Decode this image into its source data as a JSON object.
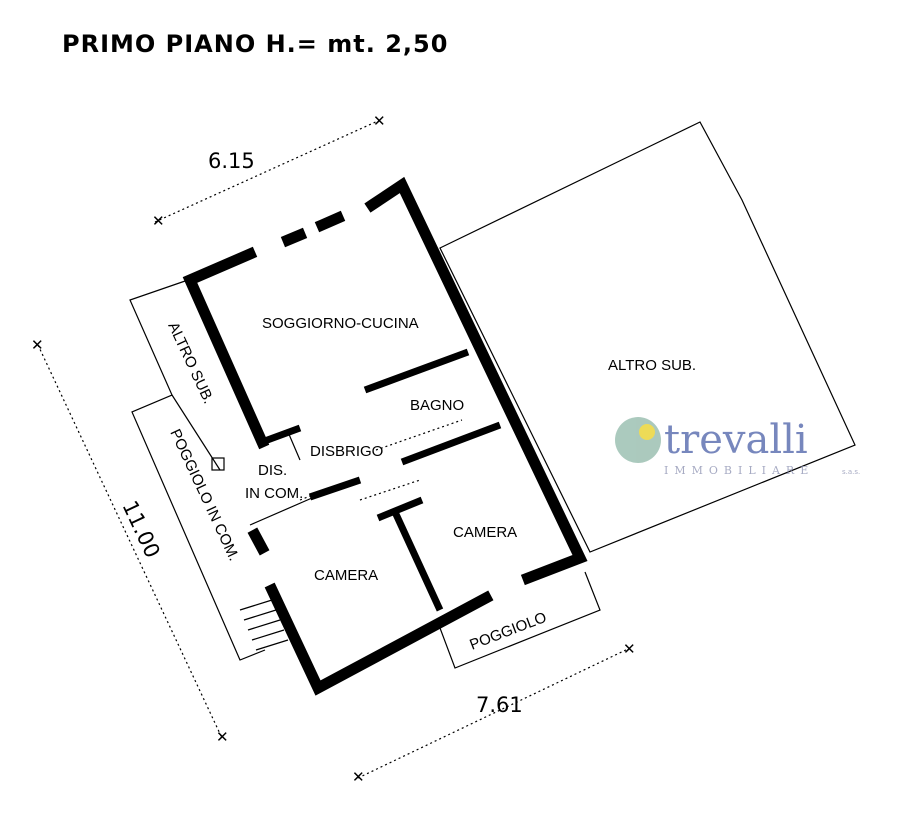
{
  "title": "PRIMO PIANO H.= mt. 2,50",
  "dimensions": {
    "top": "6.15",
    "left": "11.00",
    "bottom": "7.61"
  },
  "rooms": {
    "soggiorno": "SOGGIORNO-CUCINA",
    "bagno": "BAGNO",
    "disbrigo": "DISBRIGO",
    "dis_com_1": "DIS.",
    "dis_com_2": "IN COM.",
    "camera1": "CAMERA",
    "camera2": "CAMERA",
    "poggiolo": "POGGIOLO",
    "poggiolo_com": "POGGIOLO IN COM.",
    "altro_sub_left": "ALTRO SUB.",
    "altro_sub_right": "ALTRO SUB."
  },
  "watermark": {
    "brand": "trevalli",
    "sub": "IMMOBILIARE",
    "suffix": "s.a.s.",
    "color": "#4a5fa8",
    "logo_color": "#8fb8a8"
  }
}
